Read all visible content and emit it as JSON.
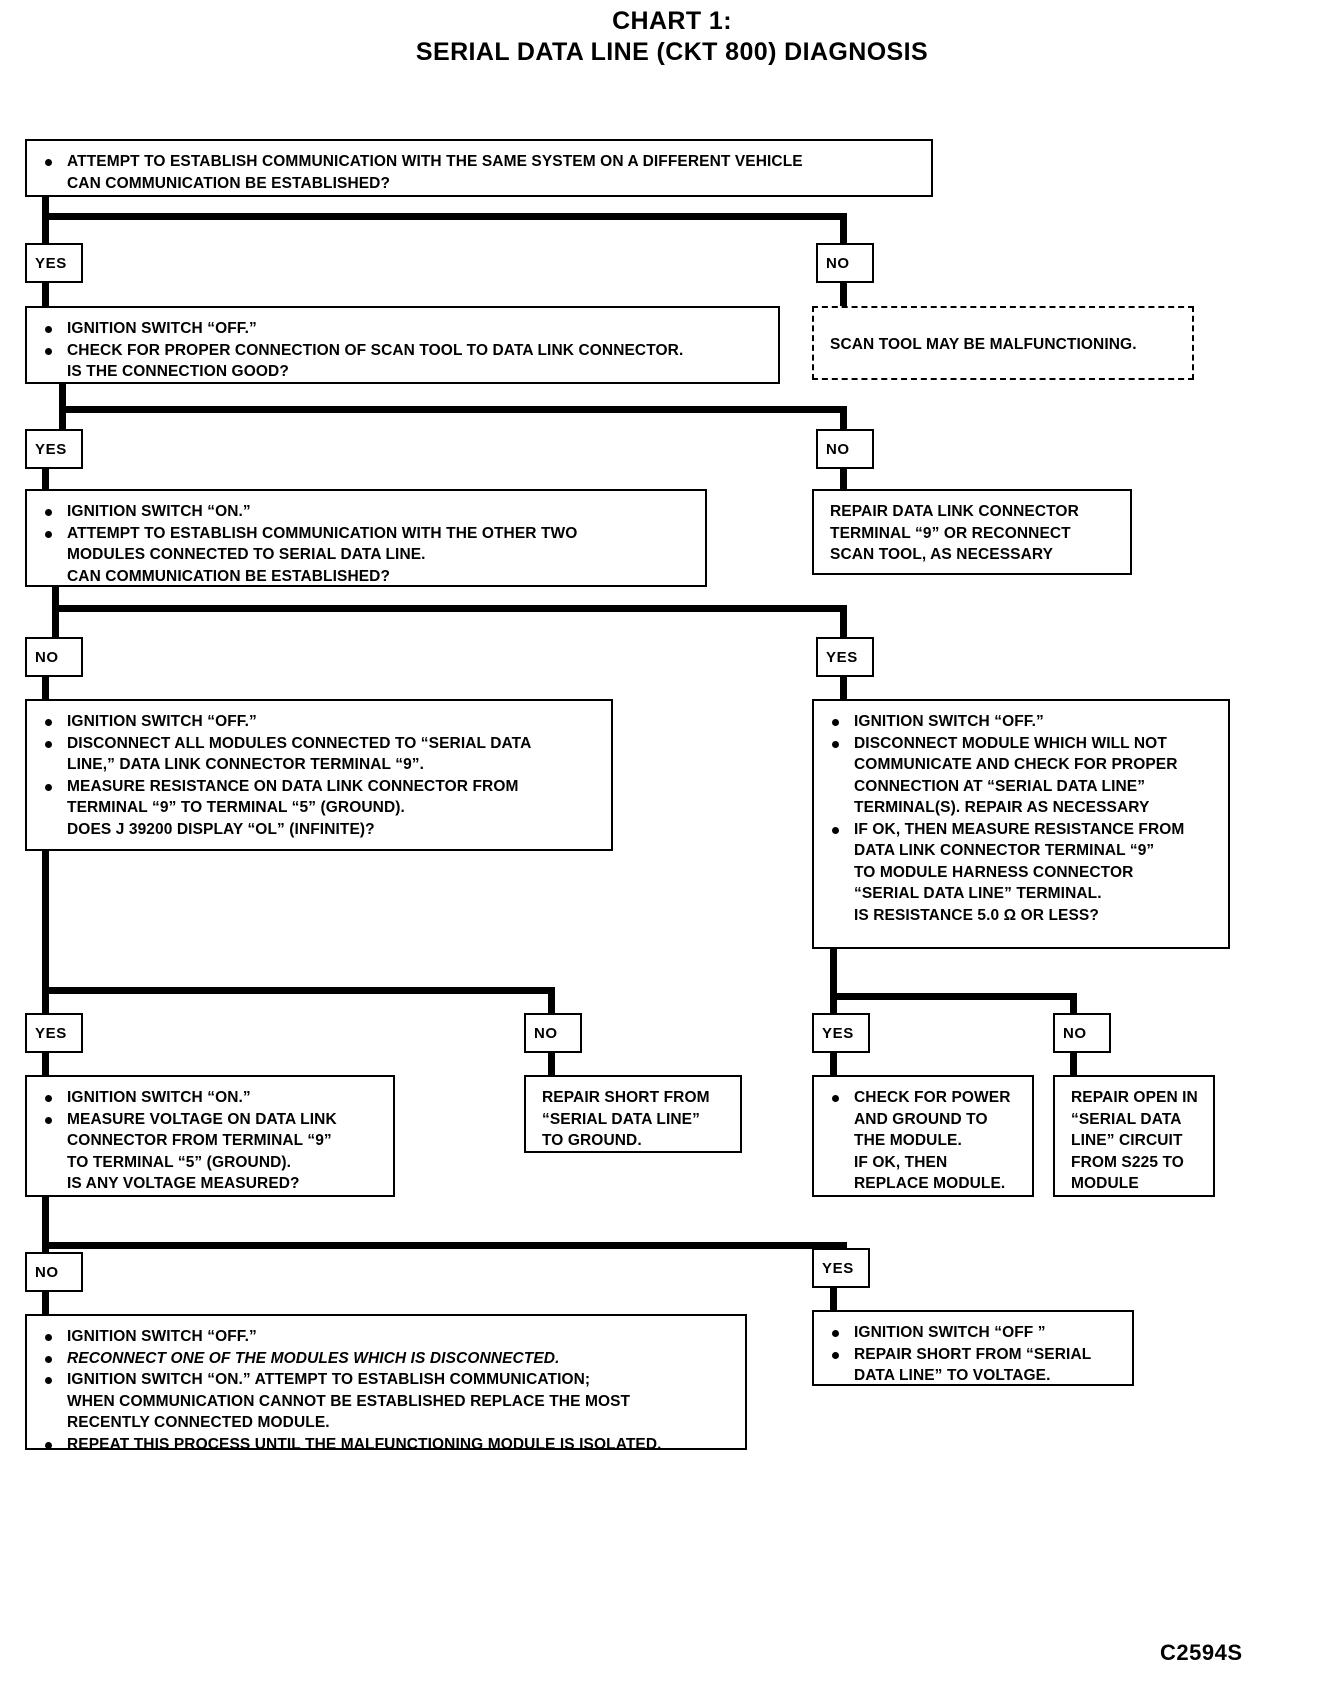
{
  "title": {
    "line1": "CHART 1:",
    "line2": "SERIAL DATA LINE (CKT 800) DIAGNOSIS"
  },
  "footer": {
    "code": "C2594S"
  },
  "labels": {
    "yes": "YES",
    "no": "NO"
  },
  "boxes": {
    "start": {
      "l1": "ATTEMPT TO ESTABLISH COMMUNICATION WITH THE SAME SYSTEM ON A DIFFERENT VEHICLE",
      "l2": "CAN COMMUNICATION BE ESTABLISHED?"
    },
    "check_connection": {
      "l1": "IGNITION SWITCH “OFF.”",
      "l2": "CHECK FOR PROPER CONNECTION OF SCAN TOOL TO DATA LINK CONNECTOR.\nIS THE CONNECTION GOOD?"
    },
    "scan_tool_malfunction": {
      "l1": "SCAN TOOL MAY BE MALFUNCTIONING."
    },
    "other_two_modules": {
      "l1": "IGNITION SWITCH “ON.”",
      "l2": "ATTEMPT TO ESTABLISH COMMUNICATION WITH THE OTHER TWO\nMODULES CONNECTED TO SERIAL DATA LINE.\nCAN COMMUNICATION BE ESTABLISHED?"
    },
    "repair_dlc": {
      "l1": "REPAIR DATA LINK CONNECTOR\nTERMINAL “9” OR RECONNECT\nSCAN TOOL, AS NECESSARY"
    },
    "measure_resistance_ground": {
      "l1": "IGNITION SWITCH “OFF.”",
      "l2": "DISCONNECT ALL MODULES CONNECTED TO “SERIAL DATA\nLINE,” DATA LINK CONNECTOR TERMINAL “9”.",
      "l3": "MEASURE RESISTANCE ON DATA LINK CONNECTOR FROM\nTERMINAL “9” TO TERMINAL “5” (GROUND).\nDOES J 39200 DISPLAY “OL” (INFINITE)?"
    },
    "disconnect_module": {
      "l1": "IGNITION SWITCH “OFF.”",
      "l2": "DISCONNECT MODULE WHICH WILL NOT\nCOMMUNICATE AND CHECK FOR PROPER\nCONNECTION AT “SERIAL DATA LINE”\nTERMINAL(S).  REPAIR AS NECESSARY",
      "l3": "IF OK, THEN MEASURE RESISTANCE FROM\nDATA LINK CONNECTOR TERMINAL “9”\nTO MODULE HARNESS CONNECTOR\n“SERIAL DATA LINE” TERMINAL.\nIS RESISTANCE 5.0 Ω OR LESS?"
    },
    "measure_voltage": {
      "l1": "IGNITION SWITCH “ON.”",
      "l2": "MEASURE VOLTAGE ON DATA LINK\nCONNECTOR FROM TERMINAL “9”\nTO TERMINAL “5” (GROUND).\nIS ANY VOLTAGE MEASURED?"
    },
    "repair_short_ground": {
      "l1": "REPAIR SHORT FROM\n“SERIAL DATA LINE”\nTO GROUND."
    },
    "check_power_ground": {
      "l1": "CHECK FOR POWER\nAND GROUND TO\nTHE MODULE.\nIF OK, THEN\nREPLACE MODULE."
    },
    "repair_open": {
      "l1": "REPAIR OPEN IN\n“SERIAL DATA\nLINE” CIRCUIT\nFROM S225 TO\nMODULE"
    },
    "isolate_module": {
      "l1": "IGNITION SWITCH “OFF.”",
      "l2": "RECONNECT ONE OF THE MODULES WHICH IS DISCONNECTED.",
      "l3": "IGNITION SWITCH “ON.”  ATTEMPT TO ESTABLISH COMMUNICATION;\nWHEN COMMUNICATION CANNOT BE ESTABLISHED REPLACE THE MOST\nRECENTLY CONNECTED MODULE.",
      "l4": "REPEAT THIS PROCESS UNTIL THE MALFUNCTIONING MODULE IS ISOLATED."
    },
    "repair_short_voltage": {
      "l1": "IGNITION SWITCH “OFF ”",
      "l2": "REPAIR SHORT FROM “SERIAL\nDATA LINE” TO VOLTAGE."
    }
  }
}
